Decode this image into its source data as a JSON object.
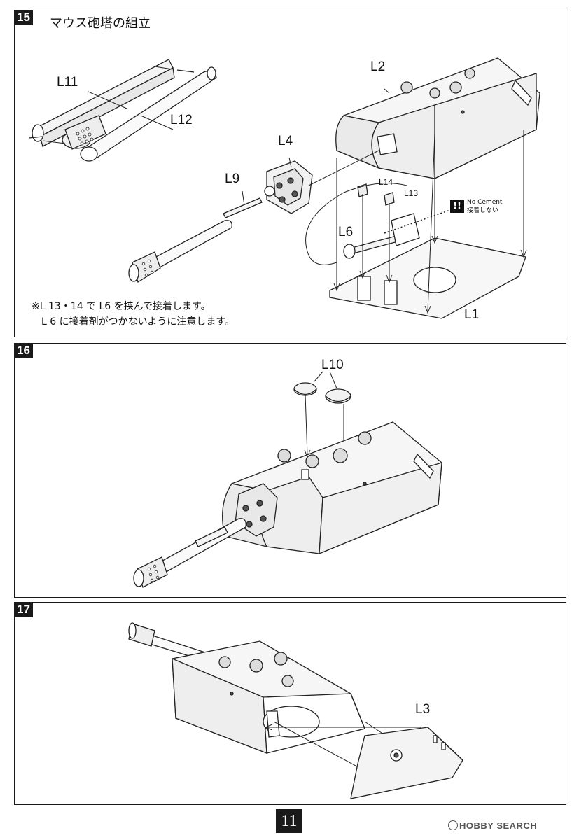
{
  "page_number": "11",
  "watermark": "HOBBY SEARCH",
  "steps": [
    {
      "number": "15",
      "title": "マウス砲塔の組立",
      "labels": {
        "L11": "L11",
        "L12": "L12",
        "L4": "L4",
        "L9": "L9",
        "L2": "L2",
        "L14": "L14",
        "L13": "L13",
        "L6": "L6",
        "L1": "L1"
      },
      "warning": {
        "icon": "!!",
        "line1": "No Cement",
        "line2": "接着しない"
      },
      "notes": [
        "※L 13・14 で L6 を挟んで接着します。",
        "L 6 に接着剤がつかないように注意します。"
      ]
    },
    {
      "number": "16",
      "labels": {
        "L10": "L10"
      }
    },
    {
      "number": "17",
      "labels": {
        "L3": "L3"
      }
    }
  ]
}
